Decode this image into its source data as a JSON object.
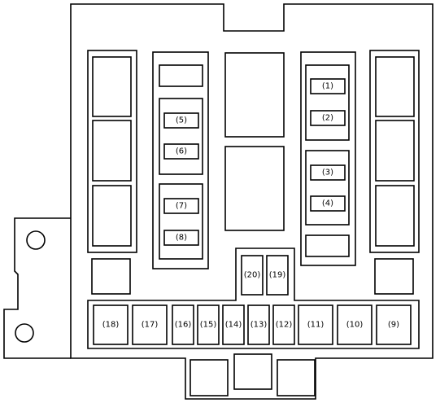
{
  "fuses": {
    "f1": "(1)",
    "f2": "(2)",
    "f3": "(3)",
    "f4": "(4)",
    "f5": "(5)",
    "f6": "(6)",
    "f7": "(7)",
    "f8": "(8)",
    "f9": "(9)",
    "f10": "(10)",
    "f11": "(11)",
    "f12": "(12)",
    "f13": "(13)",
    "f14": "(14)",
    "f15": "(15)",
    "f16": "(16)",
    "f17": "(17)",
    "f18": "(18)",
    "f19": "(19)",
    "f20": "(20)"
  }
}
